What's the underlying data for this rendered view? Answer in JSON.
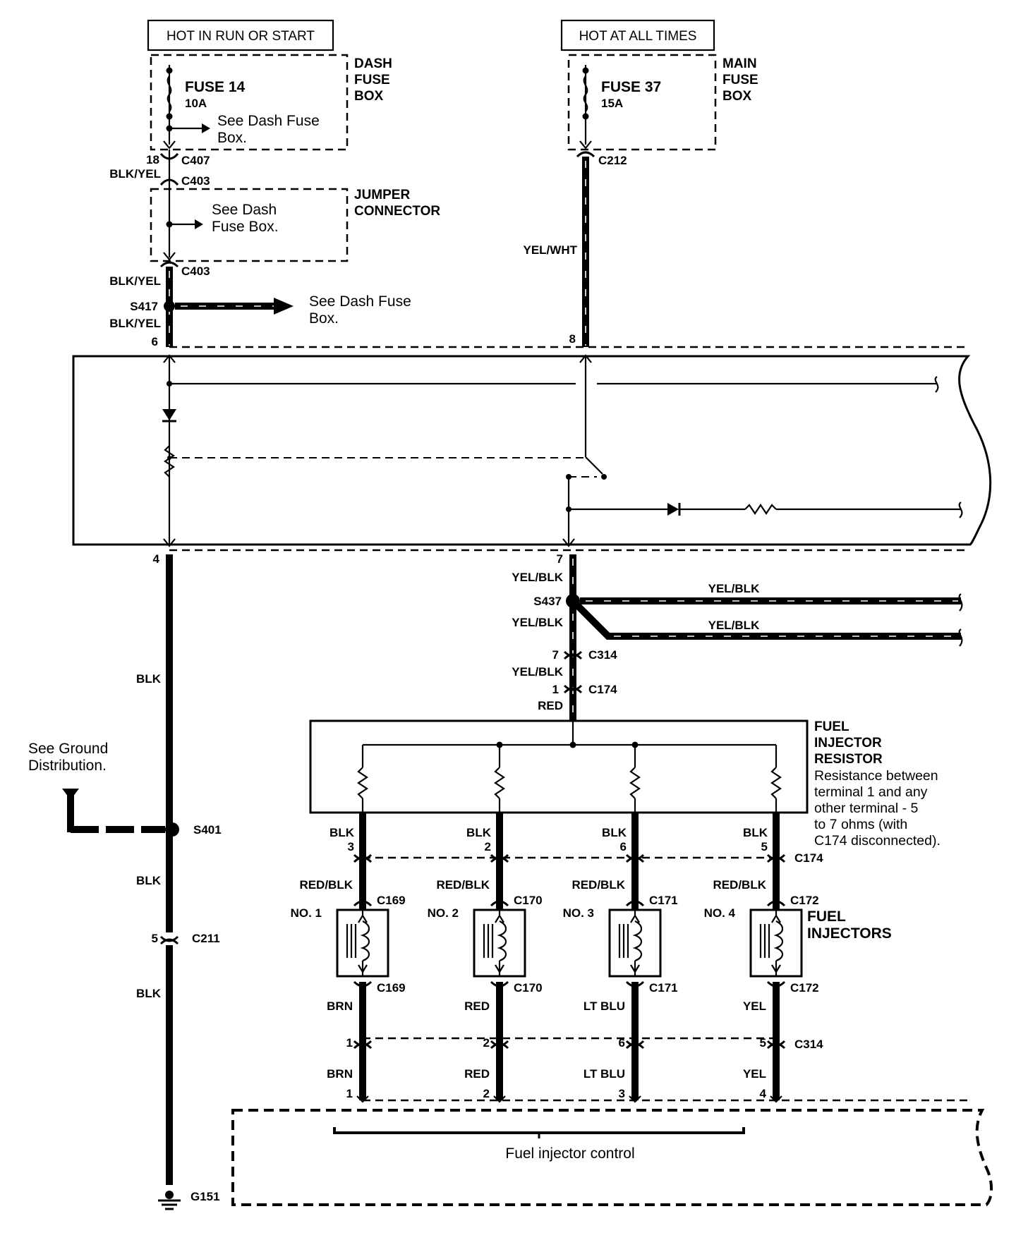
{
  "power_sources": {
    "hot_in_run": "HOT IN RUN OR START",
    "hot_at_all_times": "HOT AT ALL TIMES"
  },
  "dash_fuse_box": {
    "title": "DASH\nFUSE\nBOX",
    "fuse_name": "FUSE 14",
    "fuse_rating": "10A",
    "see_note": "See Dash Fuse\nBox."
  },
  "main_fuse_box": {
    "title": "MAIN\nFUSE\nBOX",
    "fuse_name": "FUSE 37",
    "fuse_rating": "15A"
  },
  "jumper_connector": {
    "title": "JUMPER\nCONNECTOR",
    "see_note": "See Dash\nFuse Box."
  },
  "splice_s417": {
    "id": "S417",
    "see_note": "See Dash Fuse\nBox."
  },
  "ground": {
    "see_note": "See Ground\nDistribution.",
    "splice": "S401",
    "connector": "C211",
    "pin": "5",
    "ground_id": "G151"
  },
  "connectors": {
    "c407": "C407",
    "c403": "C403",
    "c212": "C212",
    "c314": "C314",
    "c174": "C174",
    "c169": "C169",
    "c170": "C170",
    "c171": "C171",
    "c172": "C172",
    "s437": "S437"
  },
  "pins": {
    "p18": "18",
    "p6": "6",
    "p8": "8",
    "p4": "4",
    "p7a": "7",
    "p7b": "7",
    "p1": "1"
  },
  "wire_colors": {
    "blk_yel": "BLK/YEL",
    "yel_wht": "YEL/WHT",
    "yel_blk": "YEL/BLK",
    "blk": "BLK",
    "red": "RED",
    "red_blk": "RED/BLK",
    "brn": "BRN",
    "lt_blu": "LT BLU",
    "yel": "YEL"
  },
  "fuel_injector_resistor": {
    "title": "FUEL\nINJECTOR\nRESISTOR",
    "note": "Resistance between\n terminal 1 and any\n  other terminal - 5\n   to 7 ohms (with\n  C174 disconnected)."
  },
  "fuel_injectors": {
    "title": "FUEL\nINJECTORS",
    "items": [
      {
        "label": "NO. 1",
        "c174_pin": "3",
        "connector": "C169",
        "out_color": "BRN",
        "c314_pin": "1",
        "ecm_pin": "1"
      },
      {
        "label": "NO. 2",
        "c174_pin": "2",
        "connector": "C170",
        "out_color": "RED",
        "c314_pin": "2",
        "ecm_pin": "2"
      },
      {
        "label": "NO. 3",
        "c174_pin": "6",
        "connector": "C171",
        "out_color": "LT BLU",
        "c314_pin": "6",
        "ecm_pin": "3"
      },
      {
        "label": "NO. 4",
        "c174_pin": "5",
        "connector": "C172",
        "out_color": "YEL",
        "c314_pin": "5",
        "ecm_pin": "4"
      }
    ]
  },
  "ecm": {
    "label": "Fuel injector control"
  }
}
